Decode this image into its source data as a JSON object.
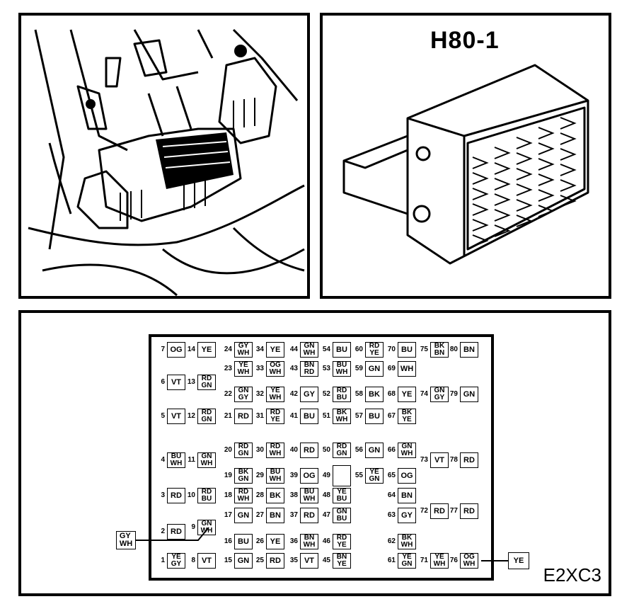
{
  "title": "H80-1",
  "code": "E2XC3",
  "external": [
    {
      "pin": 9,
      "label": "GY\nWH"
    },
    {
      "pin": 76,
      "label": "YE"
    }
  ],
  "pins": [
    {
      "n": 7,
      "l": "OG"
    },
    {
      "n": 14,
      "l": "YE"
    },
    {
      "n": 24,
      "l": "GY\nWH"
    },
    {
      "n": 34,
      "l": "YE"
    },
    {
      "n": 44,
      "l": "GN\nWH"
    },
    {
      "n": 54,
      "l": "BU"
    },
    {
      "n": 60,
      "l": "RD\nYE"
    },
    {
      "n": 70,
      "l": "BU"
    },
    {
      "n": 75,
      "l": "BK\nBN"
    },
    {
      "n": 80,
      "l": "BN"
    },
    {
      "n": 23,
      "l": "YE\nWH"
    },
    {
      "n": 33,
      "l": "OG\nWH"
    },
    {
      "n": 43,
      "l": "BN\nRD"
    },
    {
      "n": 53,
      "l": "BU\nWH"
    },
    {
      "n": 59,
      "l": "GN"
    },
    {
      "n": 69,
      "l": "WH"
    },
    {
      "n": 6,
      "l": "VT"
    },
    {
      "n": 13,
      "l": "RD\nGN"
    },
    {
      "n": 22,
      "l": "GN\nGY"
    },
    {
      "n": 32,
      "l": "YE\nWH"
    },
    {
      "n": 42,
      "l": "GY"
    },
    {
      "n": 52,
      "l": "RD\nBU"
    },
    {
      "n": 58,
      "l": "BK"
    },
    {
      "n": 68,
      "l": "YE"
    },
    {
      "n": 74,
      "l": "GN\nGY"
    },
    {
      "n": 79,
      "l": "GN"
    },
    {
      "n": 5,
      "l": "VT"
    },
    {
      "n": 12,
      "l": "RD\nGN"
    },
    {
      "n": 21,
      "l": "RD"
    },
    {
      "n": 31,
      "l": "RD\nYE"
    },
    {
      "n": 41,
      "l": "BU"
    },
    {
      "n": 51,
      "l": "BK\nWH"
    },
    {
      "n": 57,
      "l": "BU"
    },
    {
      "n": 67,
      "l": "BK\nYE"
    },
    {
      "n": 20,
      "l": "RD\nGN"
    },
    {
      "n": 30,
      "l": "RD\nWH"
    },
    {
      "n": 40,
      "l": "RD"
    },
    {
      "n": 50,
      "l": "RD\nGN"
    },
    {
      "n": 56,
      "l": "GN"
    },
    {
      "n": 66,
      "l": "GN\nWH"
    },
    {
      "n": 4,
      "l": "BU\nWH"
    },
    {
      "n": 11,
      "l": "GN\nWH"
    },
    {
      "n": 73,
      "l": "VT"
    },
    {
      "n": 78,
      "l": "RD"
    },
    {
      "n": 19,
      "l": "BK\nGN"
    },
    {
      "n": 29,
      "l": "BU\nWH"
    },
    {
      "n": 39,
      "l": "OG"
    },
    {
      "n": 49,
      "l": ""
    },
    {
      "n": 55,
      "l": "YE\nGN"
    },
    {
      "n": 65,
      "l": "OG"
    },
    {
      "n": 3,
      "l": "RD"
    },
    {
      "n": 10,
      "l": "RD\nBU"
    },
    {
      "n": 18,
      "l": "RD\nWH"
    },
    {
      "n": 28,
      "l": "BK"
    },
    {
      "n": 38,
      "l": "BU\nWH"
    },
    {
      "n": 48,
      "l": "YE\nBU"
    },
    {
      "n": 64,
      "l": "BN"
    },
    {
      "n": 17,
      "l": "GN"
    },
    {
      "n": 27,
      "l": "BN"
    },
    {
      "n": 37,
      "l": "RD"
    },
    {
      "n": 47,
      "l": "GN\nBU"
    },
    {
      "n": 63,
      "l": "GY"
    },
    {
      "n": 72,
      "l": "RD"
    },
    {
      "n": 77,
      "l": "RD"
    },
    {
      "n": 2,
      "l": "RD"
    },
    {
      "n": 9,
      "l": "GN\nWH"
    },
    {
      "n": 16,
      "l": "BU"
    },
    {
      "n": 26,
      "l": "YE"
    },
    {
      "n": 36,
      "l": "BN\nWH"
    },
    {
      "n": 46,
      "l": "RD\nYE"
    },
    {
      "n": 62,
      "l": "BK\nWH"
    },
    {
      "n": 1,
      "l": "YE\nGY"
    },
    {
      "n": 8,
      "l": "VT"
    },
    {
      "n": 15,
      "l": "GN"
    },
    {
      "n": 25,
      "l": "RD"
    },
    {
      "n": 35,
      "l": "VT"
    },
    {
      "n": 45,
      "l": "BN\nYE"
    },
    {
      "n": 61,
      "l": "YE\nGN"
    },
    {
      "n": 71,
      "l": "YE\nWH"
    },
    {
      "n": 76,
      "l": "OG\nWH"
    }
  ]
}
